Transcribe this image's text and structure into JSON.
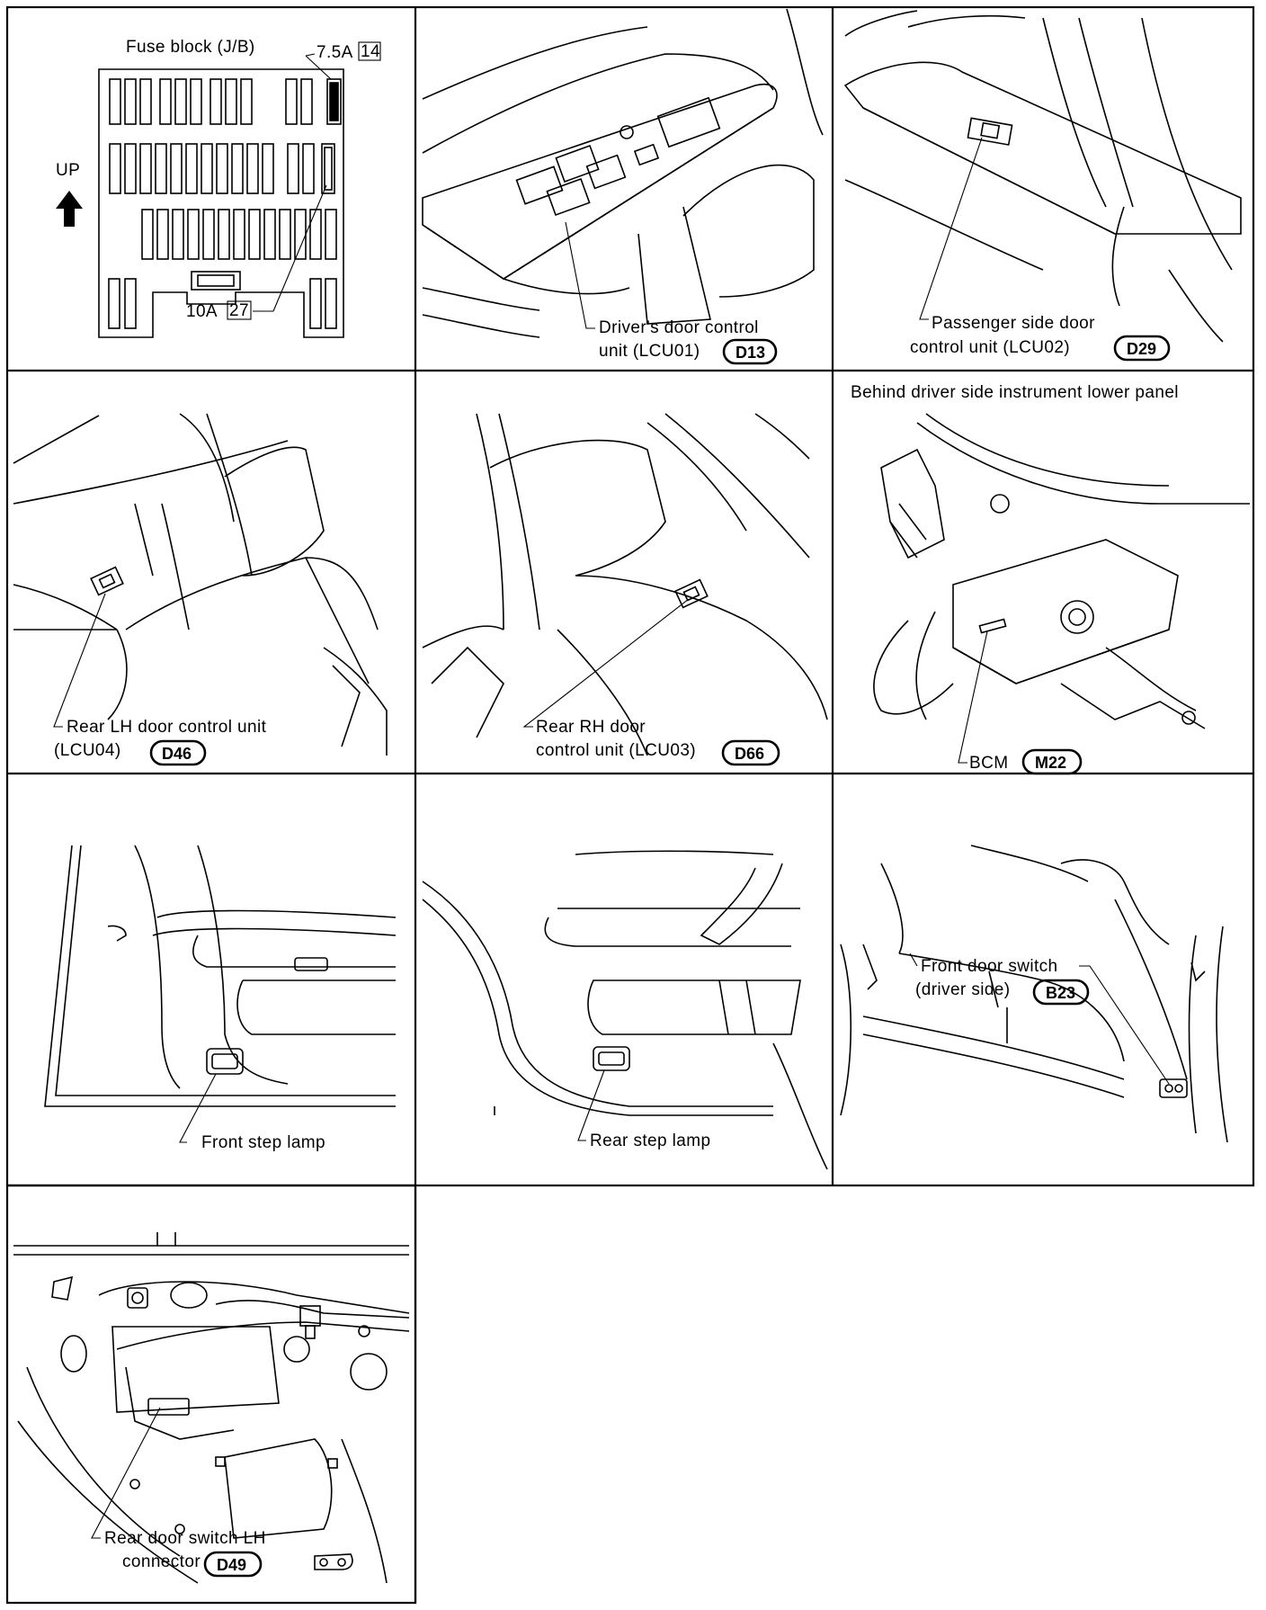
{
  "panels": {
    "fuse_block": {
      "title": "Fuse block (J/B)",
      "fuse_top": {
        "amp": "7.5A",
        "num": "14"
      },
      "fuse_bottom": {
        "amp": "10A",
        "num": "27"
      },
      "up_label": "UP"
    },
    "driver_door": {
      "line1": "Driver's door control",
      "line2": "unit (LCU01)",
      "connector": "D13"
    },
    "passenger_door": {
      "line1": "Passenger side door",
      "line2": "control unit (LCU02)",
      "connector": "D29"
    },
    "rear_lh_door": {
      "line1": "Rear LH door control unit",
      "line2": "(LCU04)",
      "connector": "D46"
    },
    "rear_rh_door": {
      "line1": "Rear RH door",
      "line2": "control unit (LCU03)",
      "connector": "D66"
    },
    "bcm": {
      "header": "Behind driver side instrument lower panel",
      "label": "BCM",
      "connector": "M22"
    },
    "front_step": {
      "label": "Front step lamp"
    },
    "rear_step": {
      "label": "Rear step lamp"
    },
    "front_door_switch": {
      "line1": "Front door switch",
      "line2": "(driver side)",
      "connector": "B23"
    },
    "rear_door_switch": {
      "line1": "Rear door switch LH",
      "line2": "connector",
      "connector": "D49"
    }
  }
}
